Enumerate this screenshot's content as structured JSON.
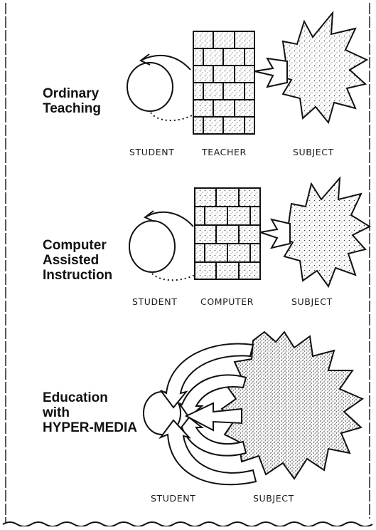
{
  "panels": [
    {
      "heading_lines": [
        "Ordinary",
        "Teaching"
      ],
      "labels": {
        "student": "STUDENT",
        "middle": "TEACHER",
        "subject": "SUBJECT"
      }
    },
    {
      "heading_lines": [
        "Computer",
        "Assisted",
        "Instruction"
      ],
      "labels": {
        "student": "STUDENT",
        "middle": "COMPUTER",
        "subject": "SUBJECT"
      }
    },
    {
      "heading_lines": [
        "Education",
        "with",
        "HYPER-MEDIA"
      ],
      "labels": {
        "student": "STUDENT",
        "subject": "SUBJECT"
      }
    }
  ],
  "colors": {
    "ink": "#111111",
    "paper": "#ffffff",
    "stipple": "#555555"
  }
}
